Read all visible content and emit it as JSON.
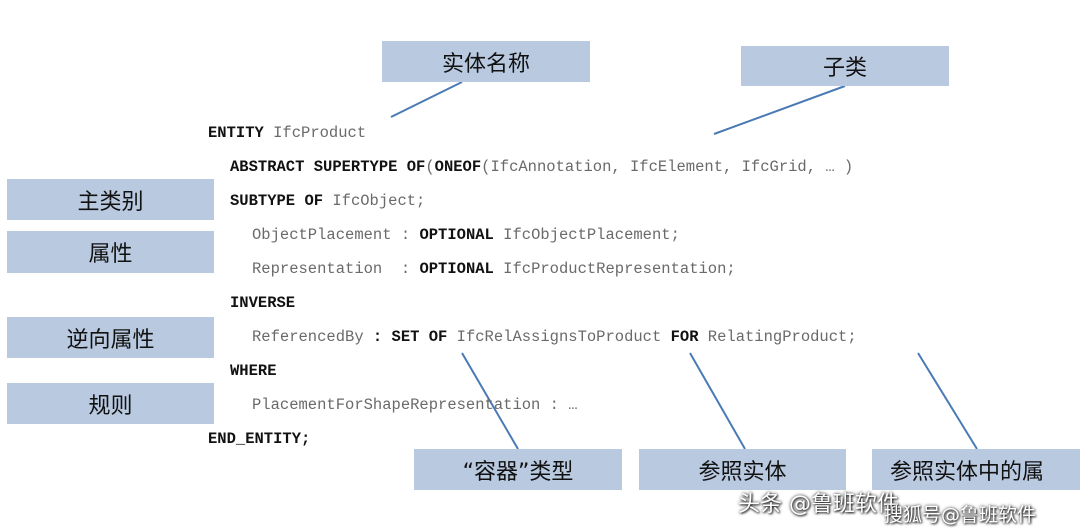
{
  "labels": {
    "entity_name": "实体名称",
    "subclass": "子类",
    "main_category": "主类别",
    "attributes": "属性",
    "inverse_attributes": "逆向属性",
    "rules": "规则",
    "container_type": "“容器”类型",
    "reference_entity": "参照实体",
    "reference_entity_attr": "参照实体中的属"
  },
  "code": {
    "l1_kw": "ENTITY",
    "l1_rest": " IfcProduct",
    "l2_kw1": "ABSTRACT SUPERTYPE OF",
    "l2_p1": "(",
    "l2_kw2": "ONEOF",
    "l2_rest": "(IfcAnnotation, IfcElement, IfcGrid, … )",
    "l3_kw1": "SUBTYPE",
    "l3_sp": " ",
    "l3_kw2": "OF",
    "l3_rest": " IfcObject;",
    "l4_a": "ObjectPlacement : ",
    "l4_kw": "OPTIONAL",
    "l4_b": " IfcObjectPlacement;",
    "l5_a": "Representation  : ",
    "l5_kw": "OPTIONAL",
    "l5_b": " IfcProductRepresentation;",
    "l6_kw": "INVERSE",
    "l7_a": "ReferencedBy ",
    "l7_kw1": ": SET OF",
    "l7_b": " IfcRelAssignsToProduct ",
    "l7_kw2": "FOR",
    "l7_c": " RelatingProduct;",
    "l8_kw": "WHERE",
    "l9_a": "PlacementForShapeRepresentation : …",
    "l10_kw": "END_ENTITY;"
  },
  "watermark": {
    "line1": "头条 @鲁班软件",
    "line2": "搜狐号@鲁班软件"
  },
  "colors": {
    "label_bg": "#b9c9df",
    "connector": "#4a7ab5",
    "keyword": "#111111",
    "code_text": "#6a6a6a"
  }
}
